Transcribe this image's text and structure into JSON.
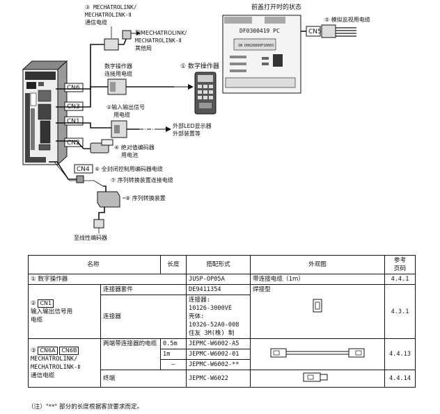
{
  "diagram": {
    "ports": {
      "cn6": "CN6",
      "cn3": "CN3",
      "cn1": "CN1",
      "cn2": "CN2",
      "cn4": "CN4",
      "cn5": "CN5"
    },
    "callouts": {
      "c3_line1": "③ MECHATROLINK/",
      "c3_line2": "MECHATROLINK-Ⅱ",
      "c3_line3": "通信电缆",
      "other_line1": "到MECHATROLINK/",
      "other_line2": "MECHATROLINK-Ⅱ",
      "other_line3": "其他局",
      "front_cover": "前盖打开时的状态",
      "c5": "⑤ 模拟监视用电缆",
      "op_cable_1": "数字操作器",
      "op_cable_2": "连接用电缆",
      "c1": "① 数字操作器",
      "c2_1": "②输入输出信号",
      "c2_2": "用电缆",
      "ext_1": "外部LED显示器",
      "ext_2": "外部装置等",
      "c4_1": "④ 绝对值编码器",
      "c4_2": "用电池",
      "c6": "⑥ 全封闭控制用编码器电缆",
      "c7": "⑦ 序列转换装置连接电缆",
      "c8": "⑧ 序列转换装置",
      "linear": "至线性编码器"
    }
  },
  "table": {
    "headers": {
      "name": "名称",
      "length": "长度",
      "model": "搭配形式",
      "appearance": "外观图",
      "ref_1": "参考",
      "ref_2": "页码"
    },
    "row1": {
      "name": "① 数字操作器",
      "model": "JUSP-OP05A",
      "appearance": "带连接电缆（1m）",
      "ref": "4.4.1"
    },
    "row2": {
      "circled": "②",
      "tag": "CN1",
      "name_2": "输入输出信号用",
      "name_3": "电缆",
      "kit_label": "连接器套件",
      "kit_model": "DE9411354",
      "kit_appearance": "焊接型",
      "conn_label": "连接器",
      "conn_m1": "连接器:",
      "conn_m2": "10126-3000VE",
      "conn_m3": "壳体:",
      "conn_m4": "10326-52A0-008",
      "conn_m5": "住友 3M(株) 制",
      "ref": "4.3.1"
    },
    "row3": {
      "circled": "③",
      "tag_a": "CN6A",
      "tag_b": "CN6B",
      "name_2": "MECHATROLINK/",
      "name_3": "MECHATROLINK-Ⅱ",
      "name_4": "通信电缆",
      "dual_label": "两端带连接器的电缆",
      "lengths": [
        "0.5m",
        "1m",
        "–"
      ],
      "models": [
        "JEPMC-W6002-A5",
        "JEPMC-W6002-01",
        "JEPMC-W6002-**"
      ],
      "ref": "4.4.13",
      "term_label": "终端",
      "term_model": "JEPMC-W6022",
      "term_ref": "4.4.14"
    }
  },
  "note": "（注）\"**\" 部分的长度根据客贷要求而定。"
}
